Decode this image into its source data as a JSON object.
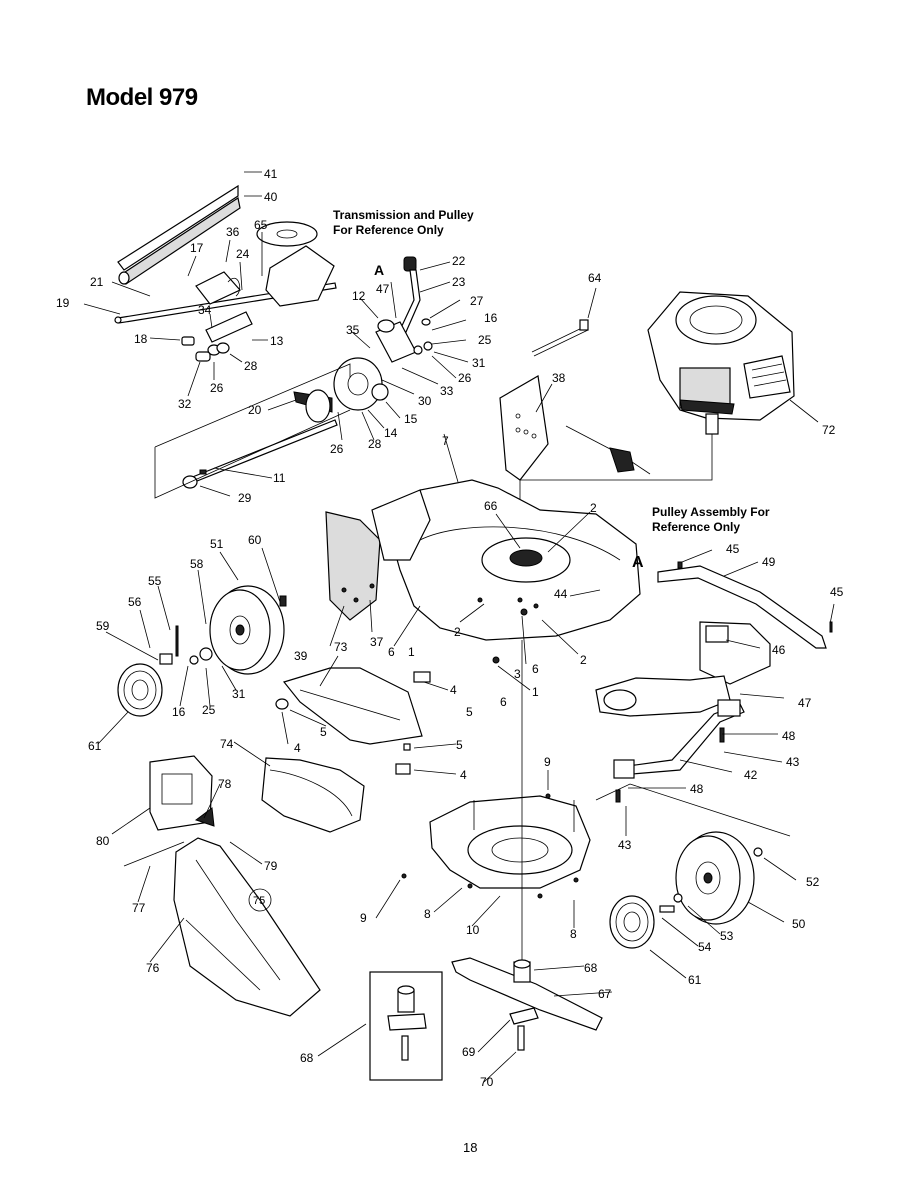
{
  "title": "Model 979",
  "page_number": "18",
  "captions": {
    "transmission_line1": "Transmission and Pulley",
    "transmission_line2": "For Reference Only",
    "pulley_line1": "Pulley Assembly For",
    "pulley_line2": "Reference Only",
    "ref_a": "A"
  },
  "callouts": [
    {
      "id": "c41",
      "text": "41"
    },
    {
      "id": "c40",
      "text": "40"
    },
    {
      "id": "c65",
      "text": "65"
    },
    {
      "id": "c17",
      "text": "17"
    },
    {
      "id": "c36",
      "text": "36"
    },
    {
      "id": "c24",
      "text": "24"
    },
    {
      "id": "c21",
      "text": "21"
    },
    {
      "id": "c19",
      "text": "19"
    },
    {
      "id": "c34",
      "text": "34"
    },
    {
      "id": "c18",
      "text": "18"
    },
    {
      "id": "c13",
      "text": "13"
    },
    {
      "id": "c28a",
      "text": "28"
    },
    {
      "id": "c26a",
      "text": "26"
    },
    {
      "id": "c32",
      "text": "32"
    },
    {
      "id": "c22",
      "text": "22"
    },
    {
      "id": "c23",
      "text": "23"
    },
    {
      "id": "c47a",
      "text": "47"
    },
    {
      "id": "c12",
      "text": "12"
    },
    {
      "id": "c27",
      "text": "27"
    },
    {
      "id": "c16a",
      "text": "16"
    },
    {
      "id": "c25a",
      "text": "25"
    },
    {
      "id": "c31a",
      "text": "31"
    },
    {
      "id": "c26b",
      "text": "26"
    },
    {
      "id": "c35",
      "text": "35"
    },
    {
      "id": "c30",
      "text": "30"
    },
    {
      "id": "c33",
      "text": "33"
    },
    {
      "id": "c15",
      "text": "15"
    },
    {
      "id": "c14",
      "text": "14"
    },
    {
      "id": "c20",
      "text": "20"
    },
    {
      "id": "c26c",
      "text": "26"
    },
    {
      "id": "c28b",
      "text": "28"
    },
    {
      "id": "c11",
      "text": "11"
    },
    {
      "id": "c29",
      "text": "29"
    },
    {
      "id": "c64",
      "text": "64"
    },
    {
      "id": "c38",
      "text": "38"
    },
    {
      "id": "c72",
      "text": "72"
    },
    {
      "id": "c7",
      "text": "7"
    },
    {
      "id": "c66",
      "text": "66"
    },
    {
      "id": "c2a",
      "text": "2"
    },
    {
      "id": "c45a",
      "text": "45"
    },
    {
      "id": "c49",
      "text": "49"
    },
    {
      "id": "c45b",
      "text": "45"
    },
    {
      "id": "c44",
      "text": "44"
    },
    {
      "id": "c2b",
      "text": "2"
    },
    {
      "id": "c2c",
      "text": "2"
    },
    {
      "id": "c3",
      "text": "3"
    },
    {
      "id": "c6a",
      "text": "6"
    },
    {
      "id": "c6b",
      "text": "6"
    },
    {
      "id": "c1a",
      "text": "1"
    },
    {
      "id": "c6c",
      "text": "6"
    },
    {
      "id": "c1b",
      "text": "1"
    },
    {
      "id": "c46",
      "text": "46"
    },
    {
      "id": "c47b",
      "text": "47"
    },
    {
      "id": "c48a",
      "text": "48"
    },
    {
      "id": "c43a",
      "text": "43"
    },
    {
      "id": "c42",
      "text": "42"
    },
    {
      "id": "c48b",
      "text": "48"
    },
    {
      "id": "c43b",
      "text": "43"
    },
    {
      "id": "c51",
      "text": "51"
    },
    {
      "id": "c60",
      "text": "60"
    },
    {
      "id": "c58",
      "text": "58"
    },
    {
      "id": "c55",
      "text": "55"
    },
    {
      "id": "c56",
      "text": "56"
    },
    {
      "id": "c59",
      "text": "59"
    },
    {
      "id": "c39",
      "text": "39"
    },
    {
      "id": "c37",
      "text": "37"
    },
    {
      "id": "c73",
      "text": "73"
    },
    {
      "id": "c4a",
      "text": "4"
    },
    {
      "id": "c5a",
      "text": "5"
    },
    {
      "id": "c5b",
      "text": "5"
    },
    {
      "id": "c4b",
      "text": "4"
    },
    {
      "id": "c5c",
      "text": "5"
    },
    {
      "id": "c4c",
      "text": "4"
    },
    {
      "id": "c16b",
      "text": "16"
    },
    {
      "id": "c25b",
      "text": "25"
    },
    {
      "id": "c31b",
      "text": "31"
    },
    {
      "id": "c61a",
      "text": "61"
    },
    {
      "id": "c74",
      "text": "74"
    },
    {
      "id": "c78",
      "text": "78"
    },
    {
      "id": "c80",
      "text": "80"
    },
    {
      "id": "c79",
      "text": "79"
    },
    {
      "id": "c77",
      "text": "77"
    },
    {
      "id": "c75",
      "text": "75"
    },
    {
      "id": "c76",
      "text": "76"
    },
    {
      "id": "c9a",
      "text": "9"
    },
    {
      "id": "c9b",
      "text": "9"
    },
    {
      "id": "c8a",
      "text": "8"
    },
    {
      "id": "c10",
      "text": "10"
    },
    {
      "id": "c8b",
      "text": "8"
    },
    {
      "id": "c68a",
      "text": "68"
    },
    {
      "id": "c67",
      "text": "67"
    },
    {
      "id": "c69",
      "text": "69"
    },
    {
      "id": "c70",
      "text": "70"
    },
    {
      "id": "c68b",
      "text": "68"
    },
    {
      "id": "c52",
      "text": "52"
    },
    {
      "id": "c50",
      "text": "50"
    },
    {
      "id": "c53",
      "text": "53"
    },
    {
      "id": "c54",
      "text": "54"
    },
    {
      "id": "c61b",
      "text": "61"
    }
  ]
}
